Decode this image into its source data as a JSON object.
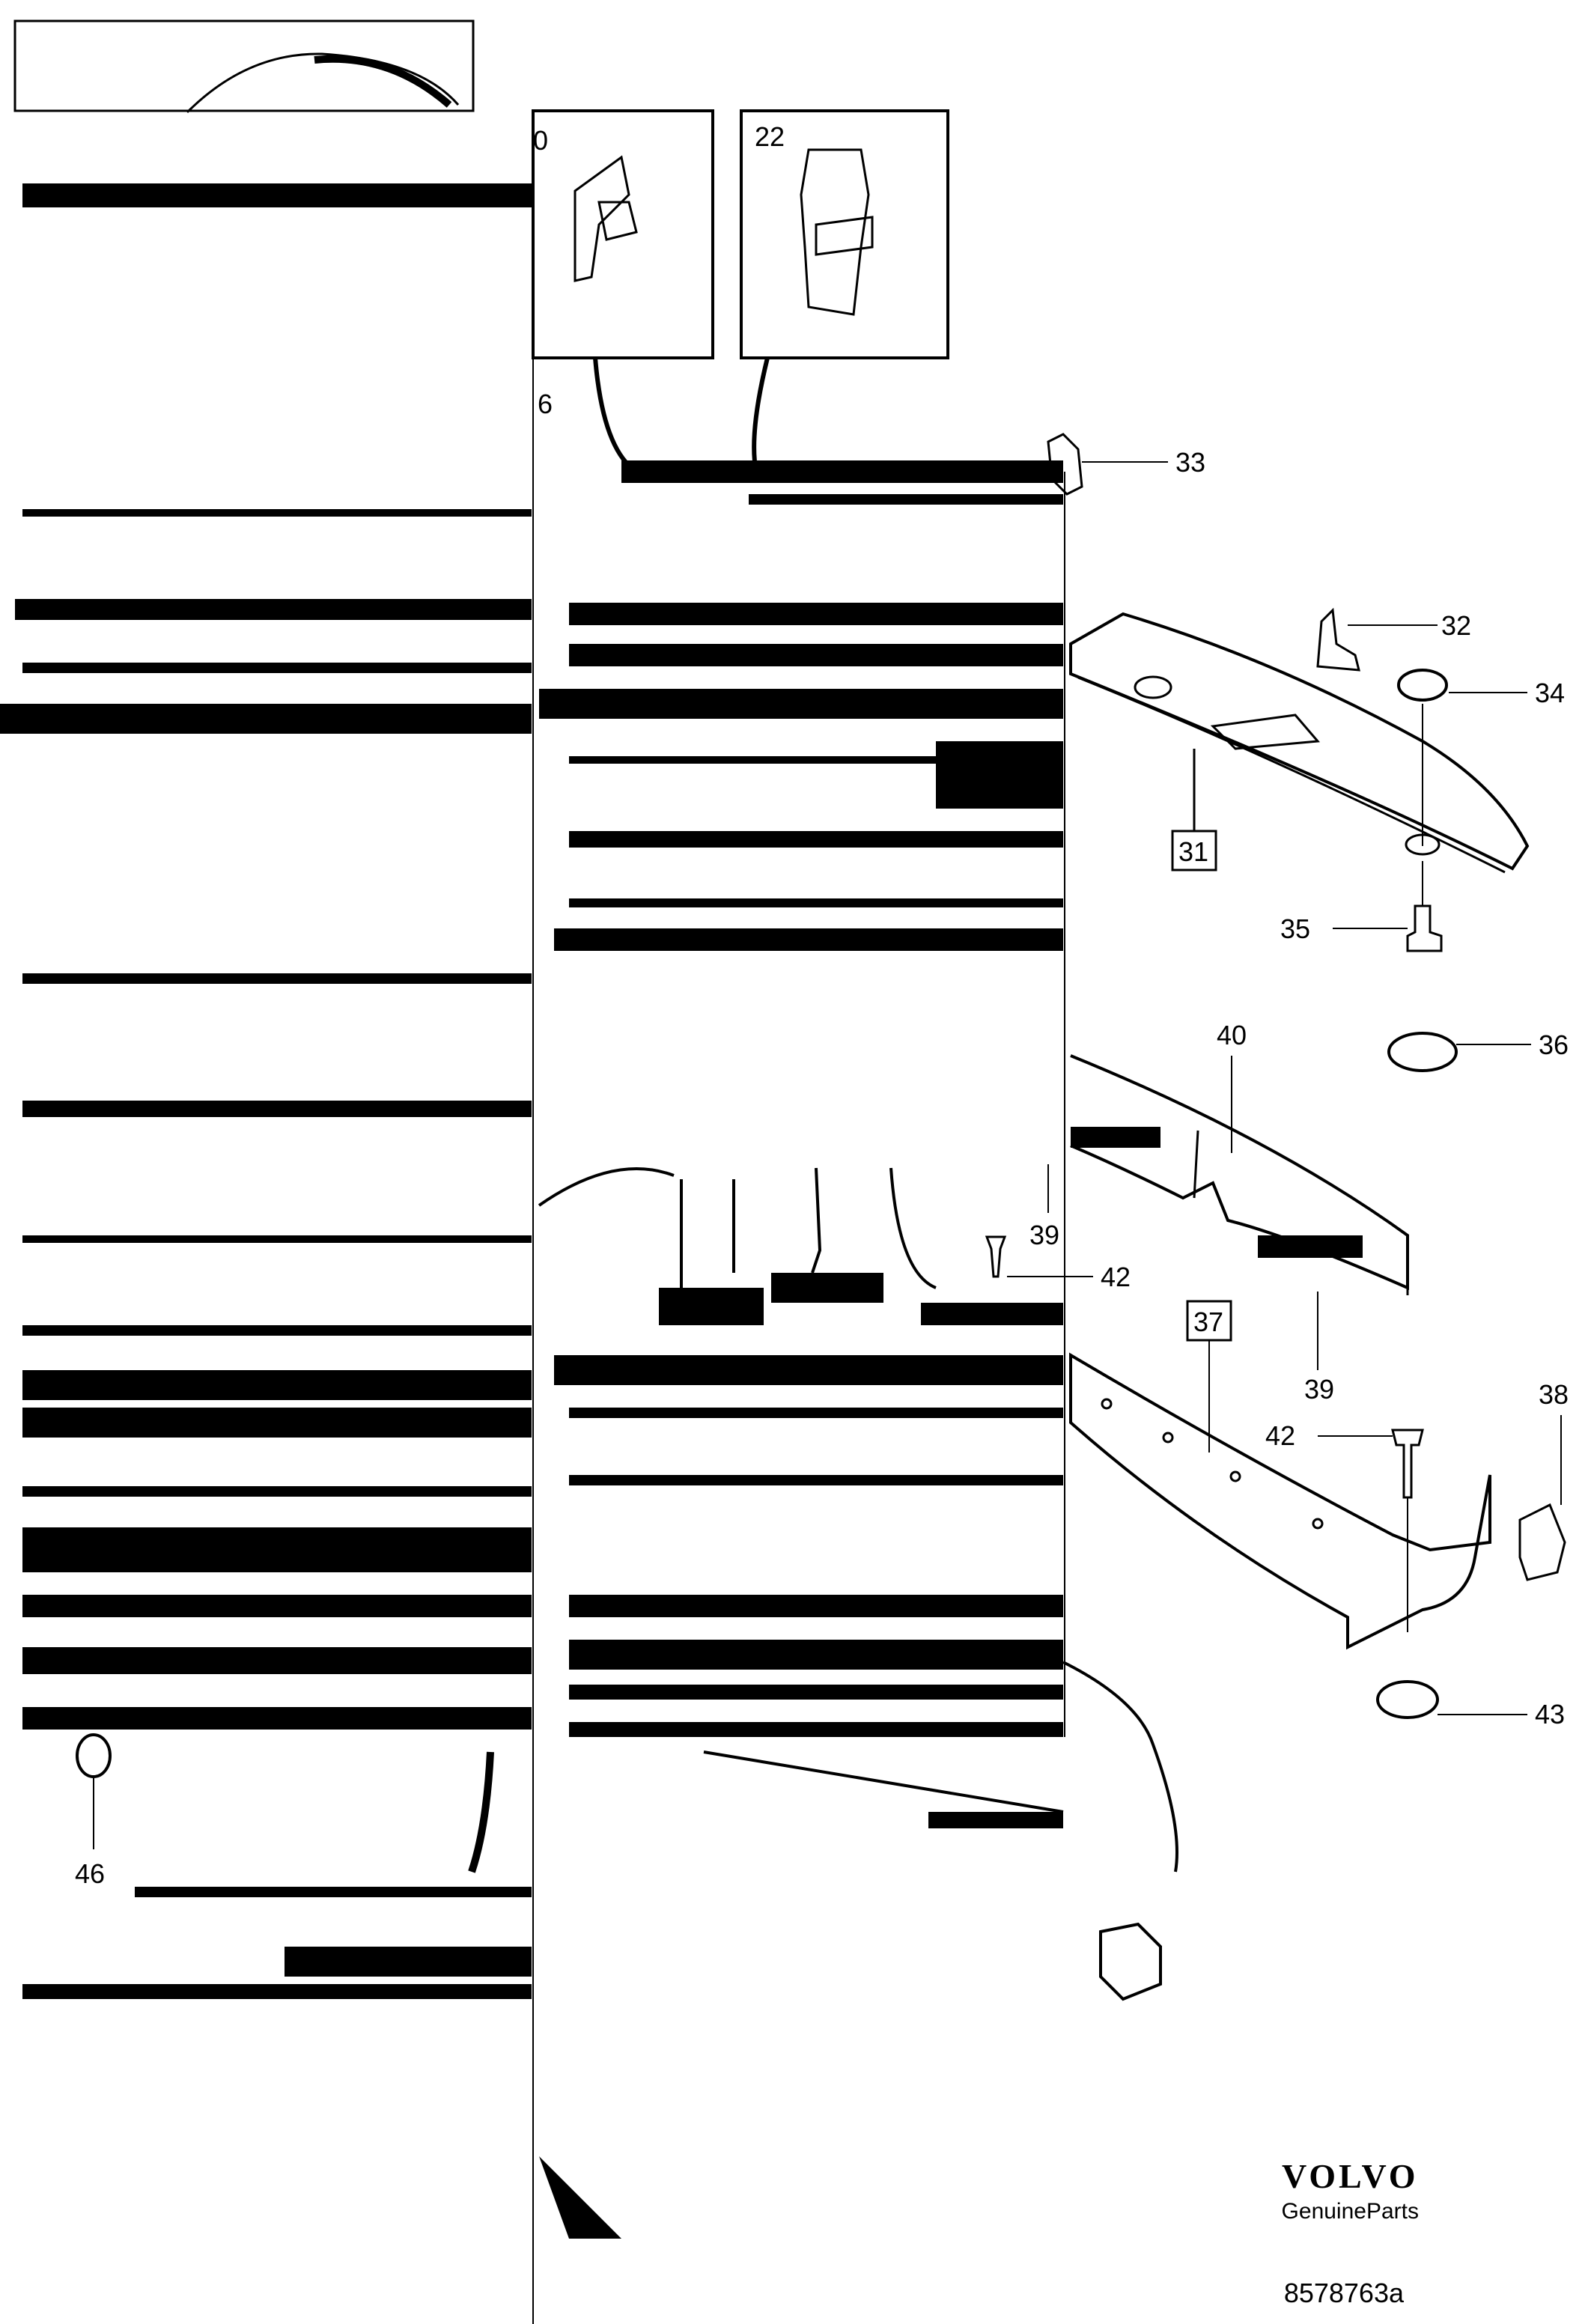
{
  "labels": {
    "l0": "0",
    "l6": "6",
    "l22": "22",
    "l31": "31",
    "l32": "32",
    "l33": "33",
    "l34": "34",
    "l35": "35",
    "l36": "36",
    "l37": "37",
    "l38": "38",
    "l39a": "39",
    "l39b": "39",
    "l40": "40",
    "l42a": "42",
    "l42b": "42",
    "l43": "43",
    "l46": "46"
  },
  "brand": {
    "logo": "VOLVO",
    "sub": "GenuineParts"
  },
  "drawing_number": "8578763a"
}
